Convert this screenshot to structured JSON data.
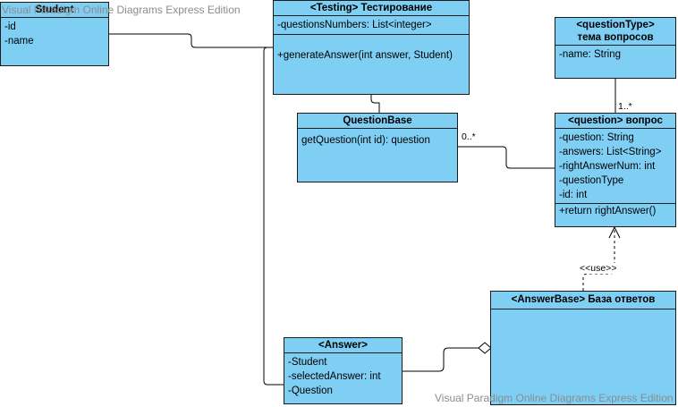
{
  "watermark": "Visual Paradigm Online Diagrams Express Edition",
  "classes": {
    "student": {
      "title": "Student",
      "attributes": [
        "-id",
        "-name"
      ]
    },
    "testing": {
      "title": "<Testing> Тестирование",
      "attributes": [
        "-questionsNumbers: List<integer>"
      ],
      "operations": [
        "+generateAnswer(int answer, Student)"
      ]
    },
    "question_base": {
      "title": "QuestionBase",
      "operations": [
        "getQuestion(int id): question"
      ]
    },
    "question_type": {
      "title": "<questionType> тема вопросов",
      "attributes": [
        "-name: String"
      ]
    },
    "question": {
      "title": "<question> вопрос",
      "attributes": [
        "-question: String",
        "-answers: List<String>",
        "-rightAnswerNum: int",
        "-questionType",
        "-id: int"
      ],
      "operations": [
        "+return rightAnswer()"
      ]
    },
    "answer_base": {
      "title": "<AnswerBase> База ответов"
    },
    "answer": {
      "title": "<Answer>",
      "attributes": [
        "-Student",
        "-selectedAnswer: int",
        "-Question"
      ]
    }
  },
  "labels": {
    "mult_question_type": "1..*",
    "mult_question_base": "0..*",
    "use_stereotype": "<<use>>"
  }
}
